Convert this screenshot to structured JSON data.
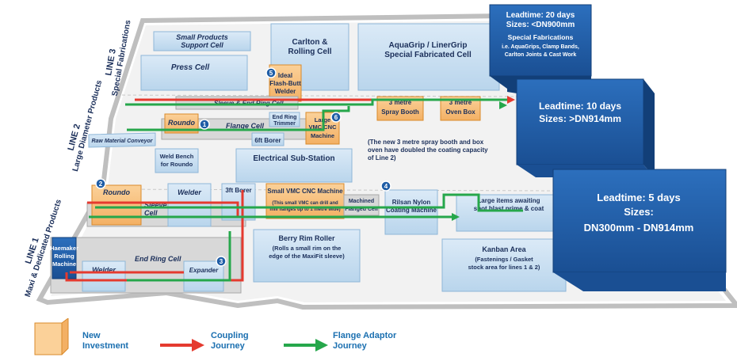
{
  "lines": {
    "line3": {
      "title": "LINE 3",
      "subtitle": "Special Fabrications"
    },
    "line2": {
      "title": "LINE 2",
      "subtitle": "Large Diameter Products"
    },
    "line1": {
      "title": "LINE 1",
      "subtitle": "Maxi & Dedicated Products"
    }
  },
  "cells": {
    "small_products_support": [
      "Small Products",
      "Support Cell"
    ],
    "press_cell": "Press Cell",
    "carlton_rolling": [
      "Carlton &",
      "Rolling Cell"
    ],
    "aquagrip": [
      "AquaGrip / LinerGrip",
      "Special Fabricated Cell"
    ],
    "flash_butt": [
      "Ideal",
      "Flash-Butt",
      "Welder"
    ],
    "sleeve_end_ring": "Sleeve & End Ring Cell",
    "rounds_l2": "Roundo",
    "flange_cell": "Flange Cell",
    "end_ring_trimmer": [
      "End Ring",
      "Trimmer"
    ],
    "large_vmc": [
      "Large",
      "VMC CNC",
      "Machine"
    ],
    "spray_booth": [
      "3 metre",
      "Spray Booth"
    ],
    "oven_box": [
      "3 metre",
      "Oven Box"
    ],
    "raw_material": "Raw Material Conveyor",
    "borer_6ft": "6ft Borer",
    "weld_bench": [
      "Weld Bench",
      "for Roundo"
    ],
    "electrical": "Electrical Sub-Station",
    "rounds_l1": "Roundo",
    "welder_l1": "Welder",
    "sleeve_cell": [
      "Sleeve",
      "Cell"
    ],
    "borer_3ft": "3ft Borer",
    "small_vmc": "Small VMC CNC Machine",
    "small_vmc_note": [
      "(This small VMC can drill and",
      "mill flanges up to 1 metre wide)"
    ],
    "machined_flanged": [
      "Machined",
      "Flanged Cell"
    ],
    "rilsan": [
      "Rilsan Nylon",
      "Coating Machine"
    ],
    "shot_blast": [
      "Large items awaiting",
      "shot blast prime & coat"
    ],
    "hammer": [
      "Haemaker",
      "Rolling",
      "Machine"
    ],
    "end_ring_cell": "End Ring Cell",
    "welder_bottom": "Welder",
    "expander": "Expander",
    "berry_rim": "Berry Rim Roller",
    "berry_rim_note": [
      "(Rolls a small rim on the",
      "edge of the MaxiFit sleeve)"
    ],
    "kanban": "Kanban Area",
    "kanban_note": [
      "(Fastenings / Gasket",
      "stock area for lines 1 & 2)"
    ]
  },
  "annotation": [
    "(The new 3 metre spray booth and box",
    "oven have doubled the coating capacity",
    "of Line 2)"
  ],
  "leadtimes": [
    {
      "lines": [
        "Leadtime: 20 days",
        "Sizes: <DN900mm",
        "Special Fabrications",
        "i.e. AquaGrips, Clamp Bands,",
        "Carlton Joints & Cast Work"
      ]
    },
    {
      "lines": [
        "Leadtime: 10 days",
        "Sizes: >DN914mm"
      ]
    },
    {
      "lines": [
        "Leadtime: 5 days",
        "Sizes:",
        "DN300mm - DN914mm"
      ]
    }
  ],
  "markers": [
    "1",
    "2",
    "3",
    "4",
    "5",
    "6"
  ],
  "legend": {
    "new_investment": [
      "New",
      "Investment"
    ],
    "coupling": [
      "Coupling",
      "Journey"
    ],
    "flange": [
      "Flange Adaptor",
      "Journey"
    ]
  },
  "colors": {
    "cell": "#cfe3f3",
    "cell_dark": "#8fb7d8",
    "floor": "#e6e6e6",
    "orange": "#f6bd7a",
    "orange_dark": "#d98a2b",
    "navy": "#1f5da6",
    "navy_dark": "#123f78",
    "red": "#e53a2f",
    "green": "#26a74b",
    "text_dark": "#1b2f5a"
  }
}
